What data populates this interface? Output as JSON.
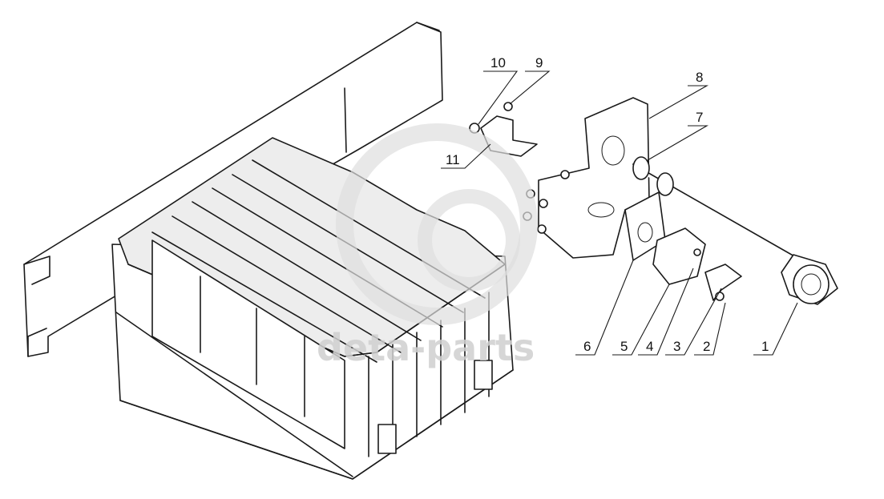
{
  "watermark": {
    "text": "deta-parts",
    "color": "#d0d0d0"
  },
  "callouts": [
    {
      "id": "1",
      "label": "1"
    },
    {
      "id": "2",
      "label": "2"
    },
    {
      "id": "3",
      "label": "3"
    },
    {
      "id": "4",
      "label": "4"
    },
    {
      "id": "5",
      "label": "5"
    },
    {
      "id": "6",
      "label": "6"
    },
    {
      "id": "7",
      "label": "7"
    },
    {
      "id": "8",
      "label": "8"
    },
    {
      "id": "9",
      "label": "9"
    },
    {
      "id": "10",
      "label": "10"
    },
    {
      "id": "11",
      "label": "11"
    }
  ]
}
